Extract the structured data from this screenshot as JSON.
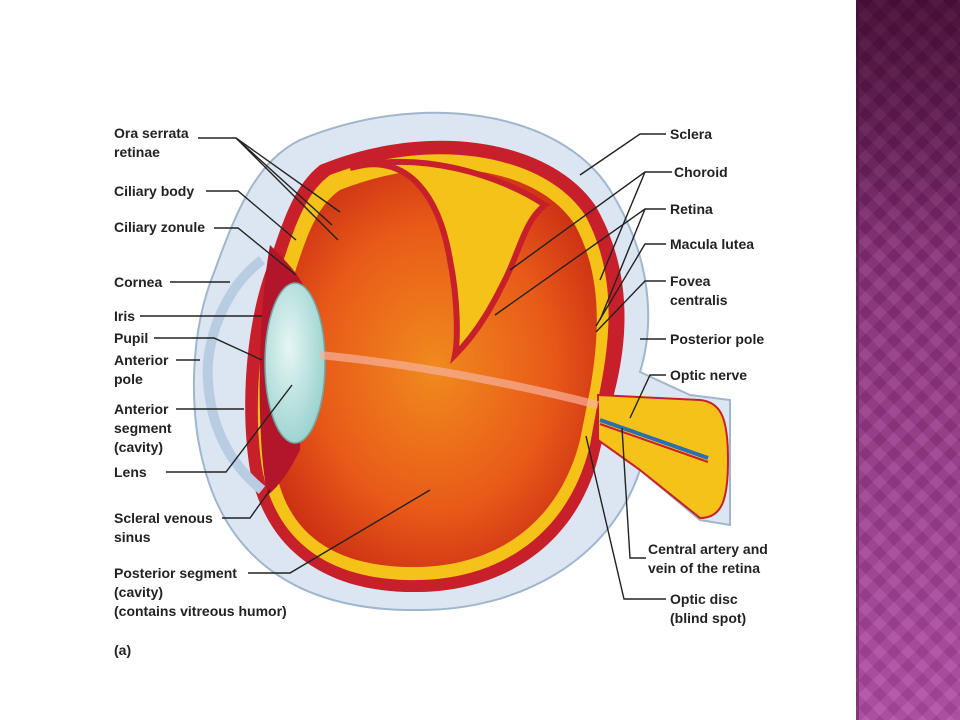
{
  "labels_left": {
    "ora_serrata": [
      "Ora serrata",
      "retinae"
    ],
    "ciliary_body": [
      "Ciliary body"
    ],
    "ciliary_zonule": [
      "Ciliary zonule"
    ],
    "cornea": [
      "Cornea"
    ],
    "iris": [
      "Iris"
    ],
    "pupil": [
      "Pupil"
    ],
    "anterior_pole": [
      "Anterior",
      "pole"
    ],
    "anterior_segment": [
      "Anterior",
      "segment",
      "(cavity)"
    ],
    "lens": [
      "Lens"
    ],
    "scleral_venous_sinus": [
      "Scleral venous",
      "sinus"
    ],
    "posterior_segment": [
      "Posterior segment",
      "(cavity)",
      "(contains vitreous humor)"
    ]
  },
  "labels_right": {
    "sclera": [
      "Sclera"
    ],
    "choroid": [
      "Choroid"
    ],
    "retina": [
      "Retina"
    ],
    "macula_lutea": [
      "Macula lutea"
    ],
    "fovea_centralis": [
      "Fovea",
      "centralis"
    ],
    "posterior_pole": [
      "Posterior pole"
    ],
    "optic_nerve": [
      "Optic nerve"
    ],
    "central_artery": [
      "Central artery and",
      "vein of the retina"
    ],
    "optic_disc": [
      "Optic disc",
      "(blind spot)"
    ]
  },
  "panel_label": "(a)",
  "colors": {
    "sclera_outer": "#dbe6f2",
    "choroid": "#c8202a",
    "retina": "#f5c21a",
    "vitreous": "#e8531c",
    "lens": "#bfe3e2",
    "side_panel": "#8a2f7b"
  }
}
